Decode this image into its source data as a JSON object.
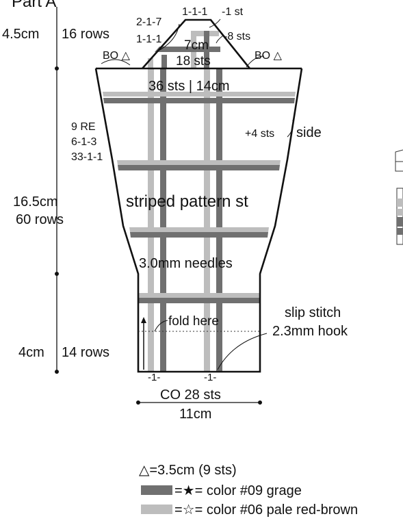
{
  "title": "Part A",
  "top_section": {
    "height_cm": "4.5cm",
    "rows": "16 rows",
    "shaping_a": "2-1-7",
    "shaping_b": "1-1-1",
    "shaping_top": "1-1-1",
    "shaping_top_dec": "-1 st",
    "dec_label": "-8 sts",
    "width_cm": "7cm",
    "sts": "18 sts",
    "bind_off_left": "BO △",
    "bind_off_right": "BO △"
  },
  "body_section": {
    "width": "36 sts | 14cm",
    "shaping_1": "9 RE",
    "shaping_2": "6-1-3",
    "shaping_3": "33-1-1",
    "inc_label": "+4 sts",
    "side_label": "side",
    "height_cm": "16.5cm",
    "rows": "60 rows",
    "pattern_label": "striped pattern st",
    "needle_label": "3.0mm needles"
  },
  "bottom_section": {
    "fold_label": "fold here",
    "slip_stitch_label": "slip stitch",
    "hook_label": "2.3mm hook",
    "height_cm": "4cm",
    "rows": "14 rows",
    "mark_1": "-1-",
    "mark_2": "-1-",
    "cast_on": "CO 28 sts",
    "width_cm": "11cm"
  },
  "legend": {
    "triangle_def": "△=3.5cm (9 sts)",
    "dark_def": "=★= color #09 grage",
    "light_def": "=☆= color #06 pale red-brown"
  },
  "colors": {
    "dark_stripe": "#707070",
    "light_stripe": "#bdbdbd",
    "outline": "#111111"
  }
}
